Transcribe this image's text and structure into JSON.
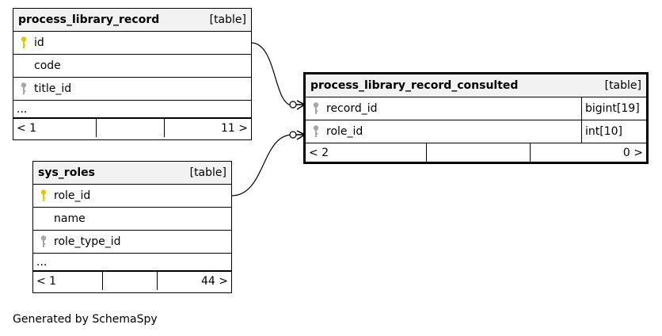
{
  "tables": {
    "process_library_record": {
      "name": "process_library_record",
      "type": "[table]",
      "columns": [
        {
          "name": "id",
          "key": "primary"
        },
        {
          "name": "code",
          "key": "none"
        },
        {
          "name": "title_id",
          "key": "foreign"
        }
      ],
      "ellipsis": "...",
      "footer": {
        "parents": "< 1",
        "middle": "",
        "children": "11 >"
      }
    },
    "process_library_record_consulted": {
      "name": "process_library_record_consulted",
      "type": "[table]",
      "columns": [
        {
          "name": "record_id",
          "key": "foreign",
          "datatype": "bigint[19]"
        },
        {
          "name": "role_id",
          "key": "foreign",
          "datatype": "int[10]"
        }
      ],
      "footer": {
        "parents": "< 2",
        "middle": "",
        "children": "0 >"
      }
    },
    "sys_roles": {
      "name": "sys_roles",
      "type": "[table]",
      "columns": [
        {
          "name": "role_id",
          "key": "primary"
        },
        {
          "name": "name",
          "key": "none"
        },
        {
          "name": "role_type_id",
          "key": "foreign"
        }
      ],
      "ellipsis": "...",
      "footer": {
        "parents": "< 1",
        "middle": "",
        "children": "44 >"
      }
    }
  },
  "relationships": [
    {
      "from": "process_library_record.id",
      "to": "process_library_record_consulted.record_id"
    },
    {
      "from": "sys_roles.role_id",
      "to": "process_library_record_consulted.role_id"
    }
  ],
  "colors": {
    "primary_key": "#e6c800",
    "foreign_key": "#a6a6a6",
    "header_bg": "#f2f2f2"
  },
  "generated_by": "Generated by SchemaSpy"
}
